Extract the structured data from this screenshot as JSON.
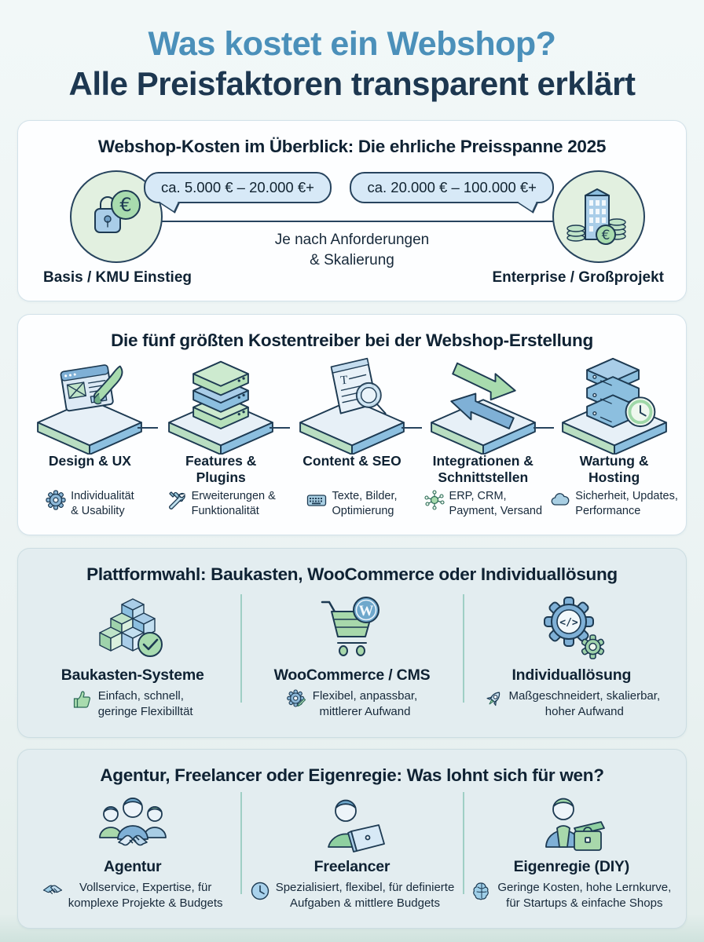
{
  "page": {
    "title_line1": "Was kostet ein Webshop?",
    "title_line2": "Alle Preisfaktoren transparent erklärt"
  },
  "overview": {
    "heading": "Webshop-Kosten im Überblick: Die ehrliche Preisspanne 2025",
    "left_bubble": "ca. 5.000 € – 20.000 €+",
    "right_bubble": "ca. 20.000 € – 100.000 €+",
    "center_note": "Je nach Anforderungen\n& Skalierung",
    "left_label": "Basis / KMU Einstieg",
    "right_label": "Enterprise / Großprojekt",
    "left_icon": "lock-euro-icon",
    "right_icon": "enterprise-building-icon"
  },
  "cost_drivers": {
    "heading": "Die fünf größten Kostentreiber bei der Webshop-Erstellung",
    "items": [
      {
        "title": "Design & UX",
        "desc": "Individualität\n& Usability",
        "icon": "gear-icon",
        "big_icon": "browser-paintbrush-icon"
      },
      {
        "title": "Features &\nPlugins",
        "desc": "Erweiterungen &\nFunktionalität",
        "icon": "tools-icon",
        "big_icon": "stacked-modules-icon"
      },
      {
        "title": "Content & SEO",
        "desc": "Texte, Bilder,\nOptimierung",
        "icon": "keyboard-icon",
        "big_icon": "document-magnifier-icon"
      },
      {
        "title": "Integrationen &\nSchnittstellen",
        "desc": "ERP, CRM,\nPayment, Versand",
        "icon": "network-icon",
        "big_icon": "exchange-arrows-icon"
      },
      {
        "title": "Wartung &\nHosting",
        "desc": "Sicherheit, Updates,\nPerformance",
        "icon": "cloud-icon",
        "big_icon": "server-clock-icon"
      }
    ]
  },
  "platforms": {
    "heading": "Plattformwahl: Baukasten, WooCommerce oder Individuallösung",
    "items": [
      {
        "title": "Baukasten-Systeme",
        "desc": "Einfach, schnell,\ngeringe Flexibilltät",
        "icon": "thumbs-up-icon",
        "big_icon": "building-blocks-check-icon"
      },
      {
        "title": "WooCommerce / CMS",
        "desc": "Flexibel, anpassbar,\nmittlerer Aufwand",
        "icon": "gear-pencil-icon",
        "big_icon": "cart-wordpress-icon"
      },
      {
        "title": "Individuallösung",
        "desc": "Maßgeschneidert, skalierbar,\nhoher Aufwand",
        "icon": "rocket-icon",
        "big_icon": "gear-code-icon"
      }
    ]
  },
  "providers": {
    "heading": "Agentur, Freelancer oder Eigenregie: Was lohnt sich für wen?",
    "items": [
      {
        "title": "Agentur",
        "desc": "Vollservice, Expertise, für\nkomplexe Projekte & Budgets",
        "icon": "handshake-icon",
        "big_icon": "team-handshake-icon"
      },
      {
        "title": "Freelancer",
        "desc": "Spezialisiert, flexibel, für definierte\nAufgaben & mittlere Budgets",
        "icon": "clock-icon",
        "big_icon": "person-laptop-icon"
      },
      {
        "title": "Eigenregie (DIY)",
        "desc": "Geringe Kosten, hohe Lernkurve,\nfür Startups & einfache Shops",
        "icon": "brain-icon",
        "big_icon": "person-toolbox-icon"
      }
    ]
  },
  "colors": {
    "accent_blue": "#4b90ba",
    "navy": "#1d3a52",
    "bubble_fill": "#d7e9f7",
    "circle_fill": "#e2f0e0",
    "panel_white": "#fdfeff",
    "panel_tint": "#e3edf0",
    "green_light": "#b9dec2",
    "blue_light": "#8cbfdf",
    "divider_teal": "#9fcfc5"
  }
}
